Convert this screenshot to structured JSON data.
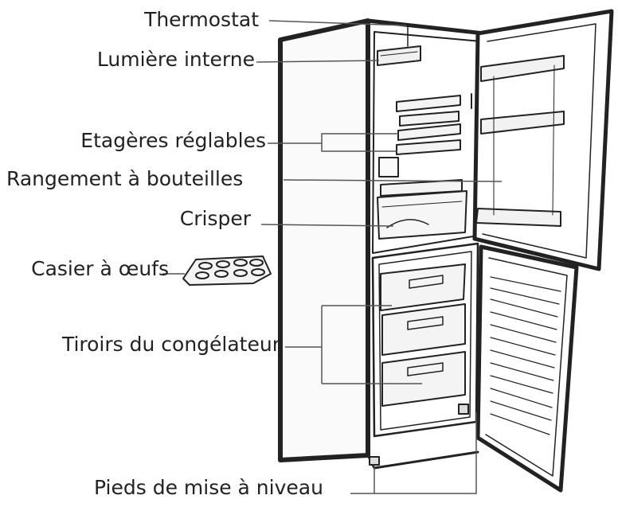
{
  "labels": {
    "thermostat": "Thermostat",
    "interior_light": "Lumière interne",
    "adjustable_shelves": "Etagères réglables",
    "bottle_storage": "Rangement à bouteilles",
    "crisper": "Crisper",
    "egg_tray": "Casier à œufs",
    "freezer_drawers": "Tiroirs du congélateur",
    "leveling_feet": "Pieds de mise à niveau"
  },
  "colors": {
    "ink": "#222222",
    "line": "#555555",
    "background": "#ffffff"
  }
}
